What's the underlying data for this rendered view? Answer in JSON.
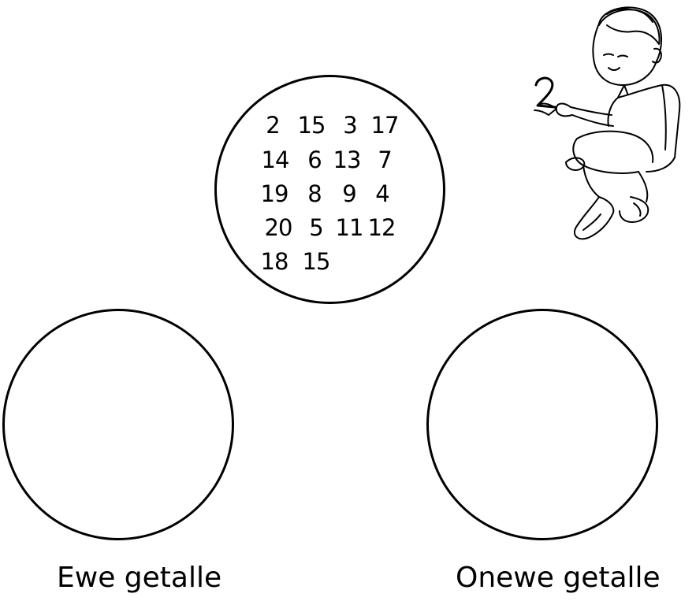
{
  "numbers": [
    [
      "2",
      "15",
      "3",
      "17"
    ],
    [
      "14",
      "6",
      "13",
      "7"
    ],
    [
      "19",
      "8",
      "9",
      "4"
    ],
    [
      "20",
      "5",
      "11",
      "12"
    ],
    [
      "18",
      "15"
    ]
  ],
  "labels": {
    "even": "Ewe getalle",
    "odd": "Onewe getalle"
  },
  "illustration": {
    "icon": "child-holding-number-icon",
    "held_number": "2"
  }
}
